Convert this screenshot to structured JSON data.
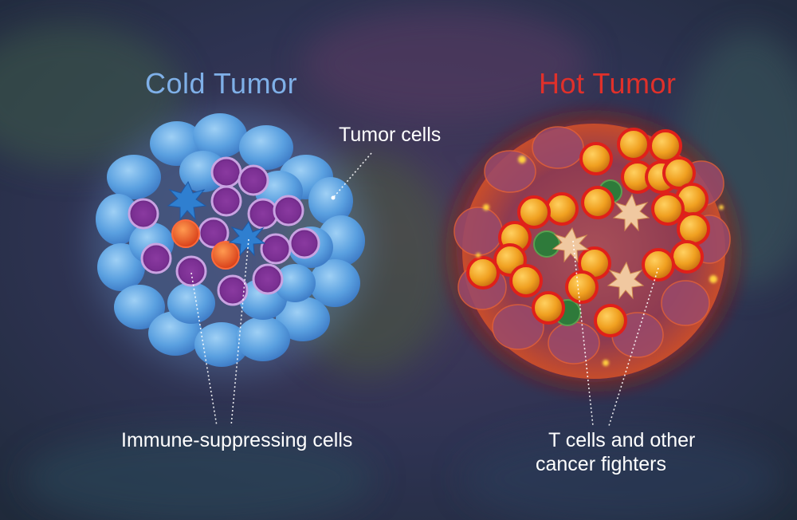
{
  "titles": {
    "cold": "Cold Tumor",
    "hot": "Hot Tumor"
  },
  "labels": {
    "tumor_cells": "Tumor cells",
    "immune_suppressing": "Immune-suppressing cells",
    "t_cells_line1": "T cells and other",
    "t_cells_line2": "cancer fighters"
  },
  "colors": {
    "cold_title": "#7fb0e8",
    "hot_title": "#e0302a",
    "tumor_cell": "#5aa0e0",
    "suppressor_cell": "#9a4fb0",
    "t_cell": "#f0a020",
    "hot_glow": "#e04a20",
    "background": "#2a2c48"
  }
}
